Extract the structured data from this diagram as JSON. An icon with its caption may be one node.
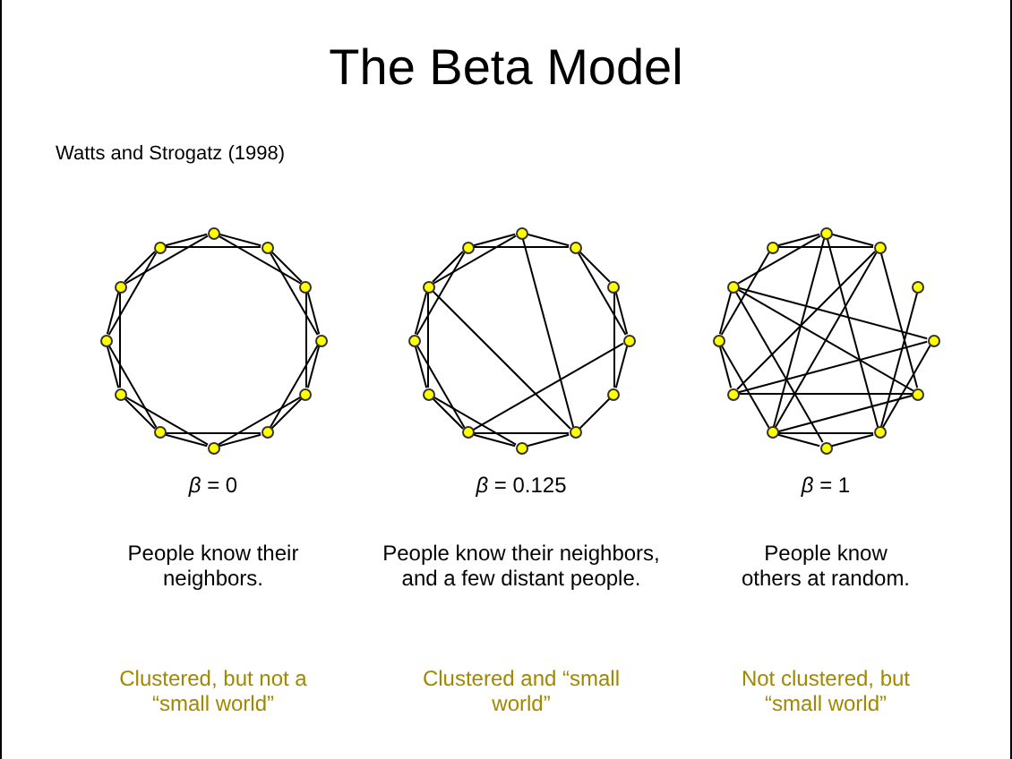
{
  "diagram": {
    "title": "The Beta Model",
    "nodes": [
      {
        "text": [],
        "shape": "circle"
      },
      {
        "text": [],
        "shape": "circle"
      },
      {
        "text": [],
        "shape": "circle"
      },
      {
        "text": [],
        "shape": "circle"
      },
      {
        "text": [],
        "shape": "circle"
      },
      {
        "text": [],
        "shape": "circle"
      },
      {
        "text": [],
        "shape": "circle"
      },
      {
        "text": [],
        "shape": "circle"
      },
      {
        "text": [],
        "shape": "circle"
      },
      {
        "text": [],
        "shape": "circle"
      },
      {
        "text": [],
        "shape": "circle"
      },
      {
        "text": [],
        "shape": "circle"
      },
      {
        "text": [],
        "shape": "circle"
      },
      {
        "text": [],
        "shape": "circle"
      },
      {
        "text": [],
        "shape": "circle"
      },
      {
        "text": [],
        "shape": "circle"
      },
      {
        "text": [],
        "shape": "circle"
      },
      {
        "text": [],
        "shape": "circle"
      },
      {
        "text": [],
        "shape": "circle"
      },
      {
        "text": [],
        "shape": "circle"
      },
      {
        "text": [],
        "shape": "circle"
      },
      {
        "text": [],
        "shape": "circle"
      },
      {
        "text": [],
        "shape": "circle"
      },
      {
        "text": [],
        "shape": "circle"
      },
      {
        "text": [],
        "shape": "circle"
      },
      {
        "text": [],
        "shape": "circle"
      },
      {
        "text": [],
        "shape": "circle"
      },
      {
        "text": [],
        "shape": "circle"
      },
      {
        "text": [],
        "shape": "circle"
      },
      {
        "text": [],
        "shape": "circle"
      },
      {
        "text": [],
        "shape": "circle"
      },
      {
        "text": [],
        "shape": "circle"
      },
      {
        "text": [],
        "shape": "circle"
      },
      {
        "text": [],
        "shape": "circle"
      },
      {
        "text": [],
        "shape": "circle"
      },
      {
        "text": [],
        "shape": "circle"
      }
    ],
    "edges": [
      {
        "from": 0,
        "to": 1,
        "arrow": "none"
      },
      {
        "from": 0,
        "to": 2,
        "arrow": "none"
      },
      {
        "from": 1,
        "to": 2,
        "arrow": "none"
      },
      {
        "from": 1,
        "to": 3,
        "arrow": "none"
      },
      {
        "from": 2,
        "to": 3,
        "arrow": "none"
      },
      {
        "from": 2,
        "to": 4,
        "arrow": "none"
      },
      {
        "from": 3,
        "to": 4,
        "arrow": "none"
      },
      {
        "from": 3,
        "to": 5,
        "arrow": "none"
      },
      {
        "from": 4,
        "to": 5,
        "arrow": "none"
      },
      {
        "from": 4,
        "to": 6,
        "arrow": "none"
      },
      {
        "from": 5,
        "to": 6,
        "arrow": "none"
      },
      {
        "from": 5,
        "to": 7,
        "arrow": "none"
      },
      {
        "from": 6,
        "to": 7,
        "arrow": "none"
      },
      {
        "from": 6,
        "to": 8,
        "arrow": "none"
      },
      {
        "from": 7,
        "to": 8,
        "arrow": "none"
      },
      {
        "from": 7,
        "to": 9,
        "arrow": "none"
      },
      {
        "from": 8,
        "to": 9,
        "arrow": "none"
      },
      {
        "from": 8,
        "to": 10,
        "arrow": "none"
      },
      {
        "from": 9,
        "to": 10,
        "arrow": "none"
      },
      {
        "from": 9,
        "to": 11,
        "arrow": "none"
      },
      {
        "from": 10,
        "to": 11,
        "arrow": "none"
      },
      {
        "from": 10,
        "to": 0,
        "arrow": "none"
      },
      {
        "from": 11,
        "to": 0,
        "arrow": "none"
      },
      {
        "from": 11,
        "to": 1,
        "arrow": "none"
      },
      {
        "from": 12,
        "to": 13,
        "arrow": "none"
      },
      {
        "from": 12,
        "to": 17,
        "arrow": "none"
      },
      {
        "from": 13,
        "to": 14,
        "arrow": "none"
      },
      {
        "from": 13,
        "to": 15,
        "arrow": "none"
      },
      {
        "from": 14,
        "to": 15,
        "arrow": "none"
      },
      {
        "from": 14,
        "to": 16,
        "arrow": "none"
      },
      {
        "from": 15,
        "to": 16,
        "arrow": "none"
      },
      {
        "from": 15,
        "to": 19,
        "arrow": "none"
      },
      {
        "from": 16,
        "to": 17,
        "arrow": "none"
      },
      {
        "from": 22,
        "to": 17,
        "arrow": "none"
      },
      {
        "from": 17,
        "to": 18,
        "arrow": "none"
      },
      {
        "from": 17,
        "to": 19,
        "arrow": "none"
      },
      {
        "from": 18,
        "to": 19,
        "arrow": "none"
      },
      {
        "from": 18,
        "to": 20,
        "arrow": "none"
      },
      {
        "from": 19,
        "to": 20,
        "arrow": "none"
      },
      {
        "from": 19,
        "to": 21,
        "arrow": "none"
      },
      {
        "from": 20,
        "to": 21,
        "arrow": "none"
      },
      {
        "from": 20,
        "to": 22,
        "arrow": "none"
      },
      {
        "from": 21,
        "to": 22,
        "arrow": "none"
      },
      {
        "from": 21,
        "to": 23,
        "arrow": "none"
      },
      {
        "from": 22,
        "to": 23,
        "arrow": "none"
      },
      {
        "from": 22,
        "to": 12,
        "arrow": "none"
      },
      {
        "from": 23,
        "to": 12,
        "arrow": "none"
      },
      {
        "from": 23,
        "to": 13,
        "arrow": "none"
      },
      {
        "from": 24,
        "to": 35,
        "arrow": "none"
      },
      {
        "from": 24,
        "to": 25,
        "arrow": "none"
      },
      {
        "from": 24,
        "to": 34,
        "arrow": "none"
      },
      {
        "from": 24,
        "to": 29,
        "arrow": "none"
      },
      {
        "from": 24,
        "to": 31,
        "arrow": "none"
      },
      {
        "from": 35,
        "to": 25,
        "arrow": "none"
      },
      {
        "from": 35,
        "to": 33,
        "arrow": "none"
      },
      {
        "from": 25,
        "to": 31,
        "arrow": "none"
      },
      {
        "from": 25,
        "to": 32,
        "arrow": "none"
      },
      {
        "from": 25,
        "to": 28,
        "arrow": "none"
      },
      {
        "from": 26,
        "to": 29,
        "arrow": "none"
      },
      {
        "from": 34,
        "to": 27,
        "arrow": "none"
      },
      {
        "from": 34,
        "to": 28,
        "arrow": "none"
      },
      {
        "from": 34,
        "to": 33,
        "arrow": "none"
      },
      {
        "from": 33,
        "to": 32,
        "arrow": "none"
      },
      {
        "from": 33,
        "to": 31,
        "arrow": "none"
      },
      {
        "from": 32,
        "to": 27,
        "arrow": "none"
      },
      {
        "from": 32,
        "to": 28,
        "arrow": "none"
      },
      {
        "from": 31,
        "to": 29,
        "arrow": "none"
      },
      {
        "from": 31,
        "to": 30,
        "arrow": "none"
      },
      {
        "from": 31,
        "to": 28,
        "arrow": "none"
      },
      {
        "from": 30,
        "to": 29,
        "arrow": "none"
      },
      {
        "from": 29,
        "to": 27,
        "arrow": "none"
      },
      {
        "from": 34,
        "to": 30,
        "arrow": "none"
      }
    ],
    "labels": [
      "Watts and Strogatz (1998)",
      "*β* = 0",
      "*β* = 0.125",
      "*β* = 1",
      "People know their neighbors.",
      "People know their neighbors, and a few distant people.",
      "People know others at random.",
      "Clustered, but not a “small world”",
      "Clustered and “small world”",
      "Not clustered, but “small world”"
    ]
  }
}
